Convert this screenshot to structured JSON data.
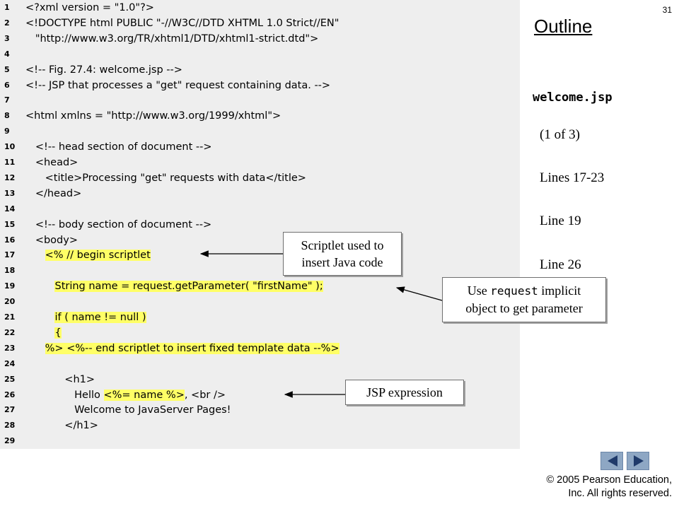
{
  "slide_number": "31",
  "outline": {
    "title": "Outline",
    "file_name": "welcome.jsp",
    "notes": [
      "(1 of 3)",
      "Lines 17-23",
      "Line 19",
      "Line 26"
    ]
  },
  "code_lines": [
    {
      "n": "1",
      "segments": [
        {
          "t": "<?xml version = \"1.0\"?>"
        }
      ]
    },
    {
      "n": "2",
      "segments": [
        {
          "t": "<!DOCTYPE html PUBLIC \"-//W3C//DTD XHTML 1.0 Strict//EN\""
        }
      ]
    },
    {
      "n": "3",
      "segments": [
        {
          "t": "   \"http://www.w3.org/TR/xhtml1/DTD/xhtml1-strict.dtd\">"
        }
      ]
    },
    {
      "n": "4",
      "segments": [
        {
          "t": ""
        }
      ]
    },
    {
      "n": "5",
      "segments": [
        {
          "t": "<!-- Fig. 27.4: welcome.jsp -->"
        }
      ]
    },
    {
      "n": "6",
      "segments": [
        {
          "t": "<!-- JSP that processes a \"get\" request containing data. -->"
        }
      ]
    },
    {
      "n": "7",
      "segments": [
        {
          "t": ""
        }
      ]
    },
    {
      "n": "8",
      "segments": [
        {
          "t": "<html xmlns = \"http://www.w3.org/1999/xhtml\">"
        }
      ]
    },
    {
      "n": "9",
      "segments": [
        {
          "t": ""
        }
      ]
    },
    {
      "n": "10",
      "segments": [
        {
          "t": "   <!-- head section of document -->"
        }
      ]
    },
    {
      "n": "11",
      "segments": [
        {
          "t": "   <head>"
        }
      ]
    },
    {
      "n": "12",
      "segments": [
        {
          "t": "      <title>Processing \"get\" requests with data</title>"
        }
      ]
    },
    {
      "n": "13",
      "segments": [
        {
          "t": "   </head>"
        }
      ]
    },
    {
      "n": "14",
      "segments": [
        {
          "t": ""
        }
      ]
    },
    {
      "n": "15",
      "segments": [
        {
          "t": "   <!-- body section of document -->"
        }
      ]
    },
    {
      "n": "16",
      "segments": [
        {
          "t": "   <body>"
        }
      ]
    },
    {
      "n": "17",
      "segments": [
        {
          "t": "      "
        },
        {
          "t": "<% // begin scriptlet",
          "hl": true
        }
      ]
    },
    {
      "n": "18",
      "segments": [
        {
          "t": ""
        }
      ]
    },
    {
      "n": "19",
      "segments": [
        {
          "t": "         "
        },
        {
          "t": "String name = request.getParameter( \"firstName\" );",
          "hl": true
        }
      ]
    },
    {
      "n": "20",
      "segments": [
        {
          "t": ""
        }
      ]
    },
    {
      "n": "21",
      "segments": [
        {
          "t": "         "
        },
        {
          "t": "if ( name != null )",
          "hl": true
        }
      ]
    },
    {
      "n": "22",
      "segments": [
        {
          "t": "         "
        },
        {
          "t": "{",
          "hl": true
        }
      ]
    },
    {
      "n": "23",
      "segments": [
        {
          "t": "      "
        },
        {
          "t": "%> <%-- end scriptlet to insert fixed template data --%>",
          "hl": true
        }
      ]
    },
    {
      "n": "24",
      "segments": [
        {
          "t": ""
        }
      ]
    },
    {
      "n": "25",
      "segments": [
        {
          "t": "            <h1>"
        }
      ]
    },
    {
      "n": "26",
      "segments": [
        {
          "t": "               Hello "
        },
        {
          "t": "<%= name %>",
          "hl": true
        },
        {
          "t": ", <br />"
        }
      ]
    },
    {
      "n": "27",
      "segments": [
        {
          "t": "               Welcome to JavaServer Pages!"
        }
      ]
    },
    {
      "n": "28",
      "segments": [
        {
          "t": "            </h1>"
        }
      ]
    },
    {
      "n": "29",
      "segments": [
        {
          "t": ""
        }
      ]
    }
  ],
  "callouts": {
    "scriptlet": [
      "Scriptlet used to",
      "insert Java code"
    ],
    "request": {
      "before": "Use ",
      "mono": "request",
      "after": " implicit",
      "line2": "object to get parameter"
    },
    "expression": "JSP expression"
  },
  "copyright": [
    "© 2005 Pearson Education,",
    "Inc.  All rights reserved."
  ],
  "colors": {
    "highlight": "#ffff66",
    "code_bg": "#eeeeee",
    "nav_button": "#8ea7c4"
  }
}
